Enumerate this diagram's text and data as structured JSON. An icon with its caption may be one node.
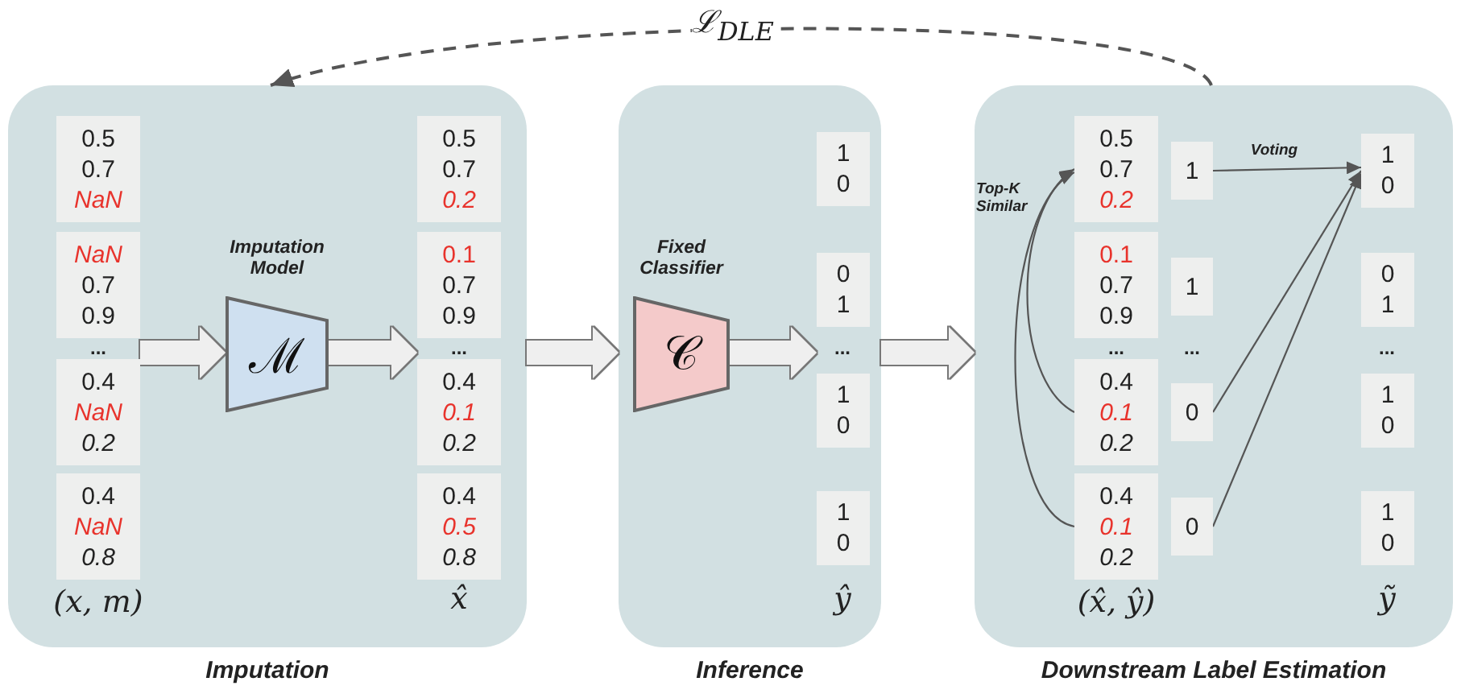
{
  "diagram": {
    "nodes": [
      {
        "text": [
          "Imputation"
        ]
      },
      {
        "text": [
          "0.5",
          "0.7",
          "NaN"
        ],
        "in": 0
      },
      {
        "text": [
          "NaN",
          "0.7",
          "0.9"
        ],
        "in": 0
      },
      {
        "text": [
          "0.4",
          "NaN",
          "0.2"
        ],
        "in": 0
      },
      {
        "text": [
          "0.4",
          "NaN",
          "0.8"
        ],
        "in": 0
      },
      {
        "text": [
          "Imputation Model",
          "ℳ"
        ],
        "in": 0
      },
      {
        "text": [
          "0.5",
          "0.7",
          "0.2"
        ],
        "in": 0
      },
      {
        "text": [
          "0.1",
          "0.7",
          "0.9"
        ],
        "in": 0
      },
      {
        "text": [
          "0.4",
          "0.1",
          "0.2"
        ],
        "in": 0
      },
      {
        "text": [
          "0.4",
          "0.5",
          "0.8"
        ],
        "in": 0
      },
      {
        "text": [
          "Inference"
        ]
      },
      {
        "text": [
          "Fixed Classifier",
          "𝒞"
        ],
        "in": 10
      },
      {
        "text": [
          "1",
          "0"
        ],
        "in": 10
      },
      {
        "text": [
          "0",
          "1"
        ],
        "in": 10
      },
      {
        "text": [
          "1",
          "0"
        ],
        "in": 10
      },
      {
        "text": [
          "1",
          "0"
        ],
        "in": 10
      },
      {
        "text": [
          "Downstream Label Estimation"
        ]
      },
      {
        "text": [
          "0.5",
          "0.7",
          "0.2"
        ],
        "in": 16
      },
      {
        "text": [
          "0.1",
          "0.7",
          "0.9"
        ],
        "in": 16
      },
      {
        "text": [
          "0.4",
          "0.1",
          "0.2"
        ],
        "in": 16
      },
      {
        "text": [
          "0.4",
          "0.1",
          "0.2"
        ],
        "in": 16
      },
      {
        "text": [
          "1"
        ],
        "in": 16
      },
      {
        "text": [
          "1"
        ],
        "in": 16
      },
      {
        "text": [
          "0"
        ],
        "in": 16
      },
      {
        "text": [
          "0"
        ],
        "in": 16
      },
      {
        "text": [
          "1",
          "0"
        ],
        "in": 16
      },
      {
        "text": [
          "0",
          "1"
        ],
        "in": 16
      },
      {
        "text": [
          "1",
          "0"
        ],
        "in": 16
      },
      {
        "text": [
          "1",
          "0"
        ],
        "in": 16
      }
    ],
    "edges": [
      {
        "from": 3,
        "to": 5,
        "arrow": "to",
        "style": "thick",
        "color": "#efefef"
      },
      {
        "from": 5,
        "to": 8,
        "arrow": "to",
        "style": "thick",
        "color": "#efefef"
      },
      {
        "from": 0,
        "to": 10,
        "arrow": "to",
        "style": "thick",
        "color": "#efefef"
      },
      {
        "from": 11,
        "to": 14,
        "arrow": "to",
        "style": "thick",
        "color": "#efefef"
      },
      {
        "from": 10,
        "to": 16,
        "arrow": "to",
        "style": "thick",
        "color": "#efefef"
      },
      {
        "from": 19,
        "to": 17,
        "arrow": "to",
        "label": "Top-K Similar"
      },
      {
        "from": 20,
        "to": 17,
        "arrow": "to"
      },
      {
        "from": 21,
        "to": 25,
        "arrow": "to",
        "label": "Voting"
      },
      {
        "from": 23,
        "to": 25,
        "arrow": "to"
      },
      {
        "from": 24,
        "to": 25,
        "arrow": "to"
      },
      {
        "from": 16,
        "to": 0,
        "arrow": "to",
        "style": "dashed",
        "label": "ℒ$_{DLE}$"
      }
    ],
    "labels": [
      "...",
      "(x, m)",
      "...",
      "x̂",
      "...",
      "ŷ",
      "...",
      "...",
      "...",
      "(x̂, ŷ)",
      "ỹ"
    ]
  }
}
